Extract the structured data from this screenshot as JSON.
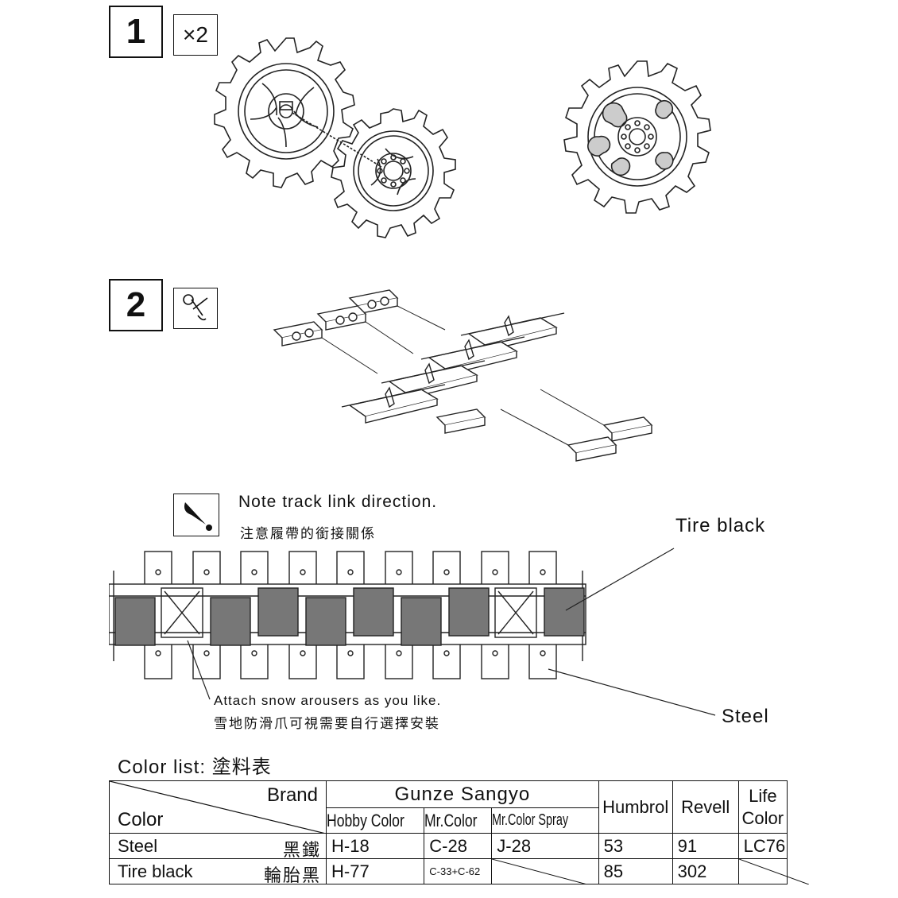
{
  "steps": [
    {
      "number": "1",
      "qty": "×2"
    },
    {
      "number": "2"
    }
  ],
  "note": {
    "text_en": "Note track link direction.",
    "text_zh": "注意履帶的銜接關係"
  },
  "labels": {
    "tire_black": "Tire black",
    "steel": "Steel",
    "attach_en": "Attach snow arousers as you like.",
    "attach_zh": "雪地防滑爪可視需要自行選擇安裝"
  },
  "color_list": {
    "title_en": "Color list:",
    "title_zh": "塗料表",
    "header": {
      "brand": "Brand",
      "color": "Color",
      "gunze": "Gunze Sangyo",
      "hobby": "Hobby Color",
      "mr": "Mr.Color",
      "spray": "Mr.Color Spray",
      "humbrol": "Humbrol",
      "revell": "Revell",
      "life_color_1": "Life",
      "life_color_2": "Color"
    },
    "rows": [
      {
        "name": "Steel",
        "zh": "黑鐵",
        "hobby": "H-18",
        "mr": "C-28",
        "spray": "J-28",
        "humbrol": "53",
        "revell": "91",
        "life": "LC76"
      },
      {
        "name": "Tire black",
        "zh": "輪胎黑",
        "hobby": "H-77",
        "mr": "C-33+C-62",
        "spray": "",
        "humbrol": "85",
        "revell": "302",
        "life": ""
      }
    ]
  }
}
